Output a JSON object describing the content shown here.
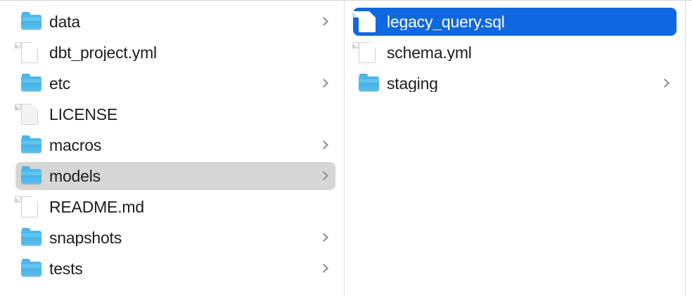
{
  "window": {
    "view_mode": "column",
    "accent_color": "#1068e0",
    "selection_inactive_color": "#d6d6d6",
    "divider_color": "#dedede"
  },
  "columns": [
    {
      "name": "project-root-column",
      "items": [
        {
          "label": "data",
          "kind": "folder",
          "icon": "folder-icon",
          "has_chevron": true,
          "selected": false,
          "selection": "none"
        },
        {
          "label": "dbt_project.yml",
          "kind": "file",
          "icon": "document-icon",
          "has_chevron": false,
          "selected": false,
          "selection": "none"
        },
        {
          "label": "etc",
          "kind": "folder",
          "icon": "folder-icon",
          "has_chevron": true,
          "selected": false,
          "selection": "none"
        },
        {
          "label": "LICENSE",
          "kind": "file",
          "icon": "document-plain-icon",
          "has_chevron": false,
          "selected": false,
          "selection": "none"
        },
        {
          "label": "macros",
          "kind": "folder",
          "icon": "folder-icon",
          "has_chevron": true,
          "selected": false,
          "selection": "none"
        },
        {
          "label": "models",
          "kind": "folder",
          "icon": "folder-icon",
          "has_chevron": true,
          "selected": true,
          "selection": "gray"
        },
        {
          "label": "README.md",
          "kind": "file",
          "icon": "document-icon",
          "has_chevron": false,
          "selected": false,
          "selection": "none"
        },
        {
          "label": "snapshots",
          "kind": "folder",
          "icon": "folder-icon",
          "has_chevron": true,
          "selected": false,
          "selection": "none"
        },
        {
          "label": "tests",
          "kind": "folder",
          "icon": "folder-icon",
          "has_chevron": true,
          "selected": false,
          "selection": "none"
        }
      ]
    },
    {
      "name": "models-column",
      "items": [
        {
          "label": "legacy_query.sql",
          "kind": "file",
          "icon": "document-icon",
          "has_chevron": false,
          "selected": true,
          "selection": "blue"
        },
        {
          "label": "schema.yml",
          "kind": "file",
          "icon": "document-icon",
          "has_chevron": false,
          "selected": false,
          "selection": "none"
        },
        {
          "label": "staging",
          "kind": "folder",
          "icon": "folder-icon",
          "has_chevron": true,
          "selected": false,
          "selection": "none"
        }
      ]
    }
  ]
}
